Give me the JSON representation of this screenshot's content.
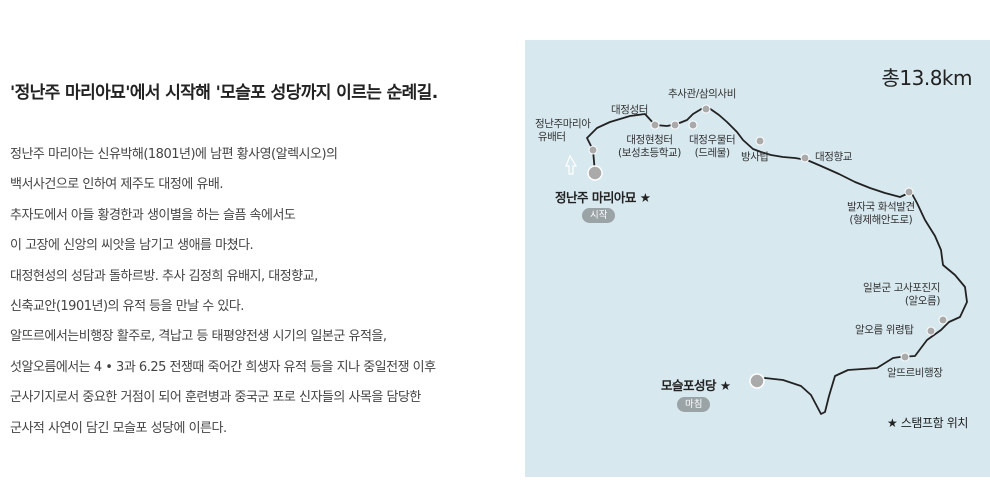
{
  "headline": "'정난주 마리아묘'에서 시작해 '모슬포 성당까지 이르는 순례길.",
  "paragraph": [
    "정난주 마리아는 신유박해(1801년)에 남편 황사영(알렉시오)의",
    "백서사건으로 인하여  제주도 대정에 유배.",
    "추자도에서 아들 황경한과 생이별을 하는 슬픔 속에서도",
    "이 고장에 신앙의 씨앗을 남기고 생애를 마쳤다.",
    "대정현성의 성담과 돌하르방. 추사 김정희 유배지, 대정향교,",
    "신축교안(1901년)의 유적 등을 만날 수 있다.",
    "알뜨르에서는비행장 활주로, 격납고 등 태평양전생 시기의 일본군 유적을,",
    "섯알오름에서는 4 • 3과 6.25 전쟁때 죽어간 희생자 유적 등을 지나 중일전쟁 이후",
    "군사기지로서 중요한 거점이 되어 훈련병과 중국군 포로 신자들의 사목을 담당한",
    "군사적 사연이 담긴 모슬포 성당에 이른다."
  ],
  "map": {
    "total_distance": "총13.8km",
    "start_name": "정난주 마리아묘 ★",
    "start_badge": "시작",
    "end_name": "모슬포성당 ★",
    "end_badge": "마침",
    "legend": "★ 스탬프함 위치",
    "stations": {
      "s1": "정난주마리아",
      "s1b": "유배터",
      "s2": "대정성터",
      "s3": "대정현청터",
      "s3b": "(보성초등학교)",
      "s4": "대정우물터",
      "s4b": "(드레물)",
      "s5": "추사관/삼의사비",
      "s6": "방사탑",
      "s7": "대정향교",
      "s8": "발자국 화석발견",
      "s8b": "(형제해안도로)",
      "s9": "일본군 고사포진지",
      "s9b": "(알오름)",
      "s10": "알오름 위령탑",
      "s11": "알뜨르비행장"
    }
  },
  "colors": {
    "map_bg": "#d7e8ef",
    "route": "#222222",
    "station": "#aaaaaa",
    "badge": "#9aa3a6"
  }
}
